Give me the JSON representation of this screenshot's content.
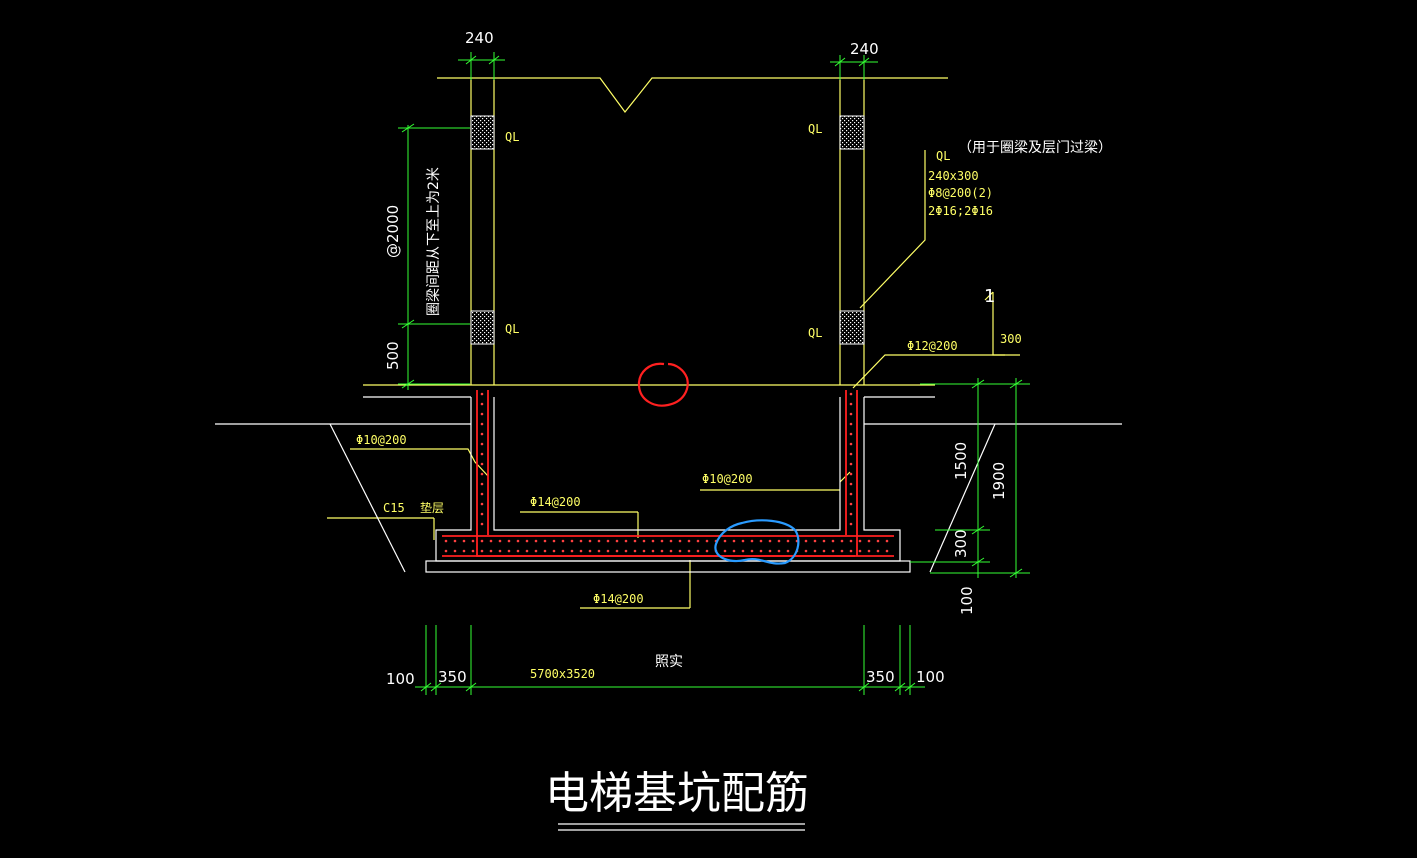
{
  "drawing": {
    "title": "电梯基坑配筋",
    "colors": {
      "background": "#000000",
      "annotation": "#ffff66",
      "outline": "#ffffff",
      "dimension": "#33ff33",
      "rebar": "#ff2020",
      "concrete_hatch": "#ffffff",
      "markup_red": "#ff2020",
      "markup_blue": "#2a9bff"
    },
    "dimensions": {
      "wall_left_top": "240",
      "wall_right_top": "240",
      "spacing_vertical": "@2000",
      "spacing_note": "圈梁间距从下至上为2米",
      "above_floor": "500",
      "beam_height": "300",
      "pit_depth_upper": "1500",
      "pit_depth_total": "1900",
      "slab_thickness": "300",
      "cushion": "100",
      "bottom_left_cushion": "100",
      "bottom_left_wall": "350",
      "pit_size": "5700x3520",
      "bottom_right_wall": "350",
      "bottom_right_cushion": "100"
    },
    "labels": {
      "ql_left_upper": "QL",
      "ql_left_lower": "QL",
      "ql_right_upper": "QL",
      "ql_right_lower": "QL",
      "ql_detail_title": "QL",
      "ql_detail_note": "（用于圈梁及层门过梁）",
      "ql_size": "240x300",
      "ql_stirrup": "Φ8@200(2)",
      "ql_bars": "2Φ16;2Φ16",
      "rebar_right_top": "Φ12@200",
      "rebar_left_wall": "Φ10@200",
      "rebar_right_wall": "Φ10@200",
      "rebar_slab_top": "Φ14@200",
      "rebar_slab_bottom": "Φ14@200",
      "concrete_grade": "C15",
      "cushion_label": "垫层",
      "compact_note": "照实",
      "section_mark": "1"
    }
  }
}
